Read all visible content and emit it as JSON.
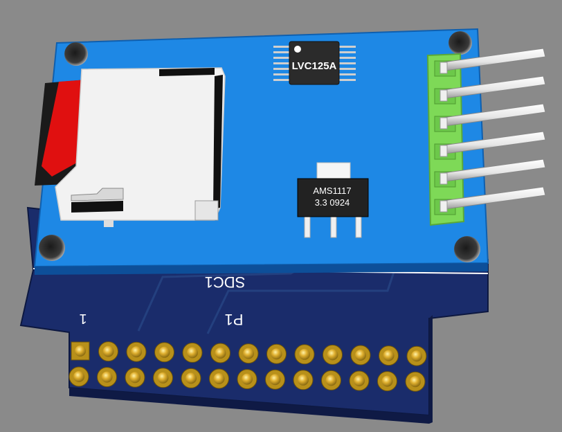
{
  "scene": {
    "background_color": "#8a8a8a",
    "board_color": "#1a2c6b",
    "module_color": "#1e88e5",
    "header_color": "#7ed957",
    "gold_color": "#d4a017"
  },
  "module": {
    "level_shifter_label": "LVC125A",
    "regulator_label_line1": "AMS1117",
    "regulator_label_line2": "3.3  0924"
  },
  "carrier": {
    "designator": "SDC1",
    "connector_designator": "P1",
    "pin1_marker": "1"
  },
  "header_pins": {
    "rows": 2,
    "columns": 13
  },
  "right_header_pins": 6
}
